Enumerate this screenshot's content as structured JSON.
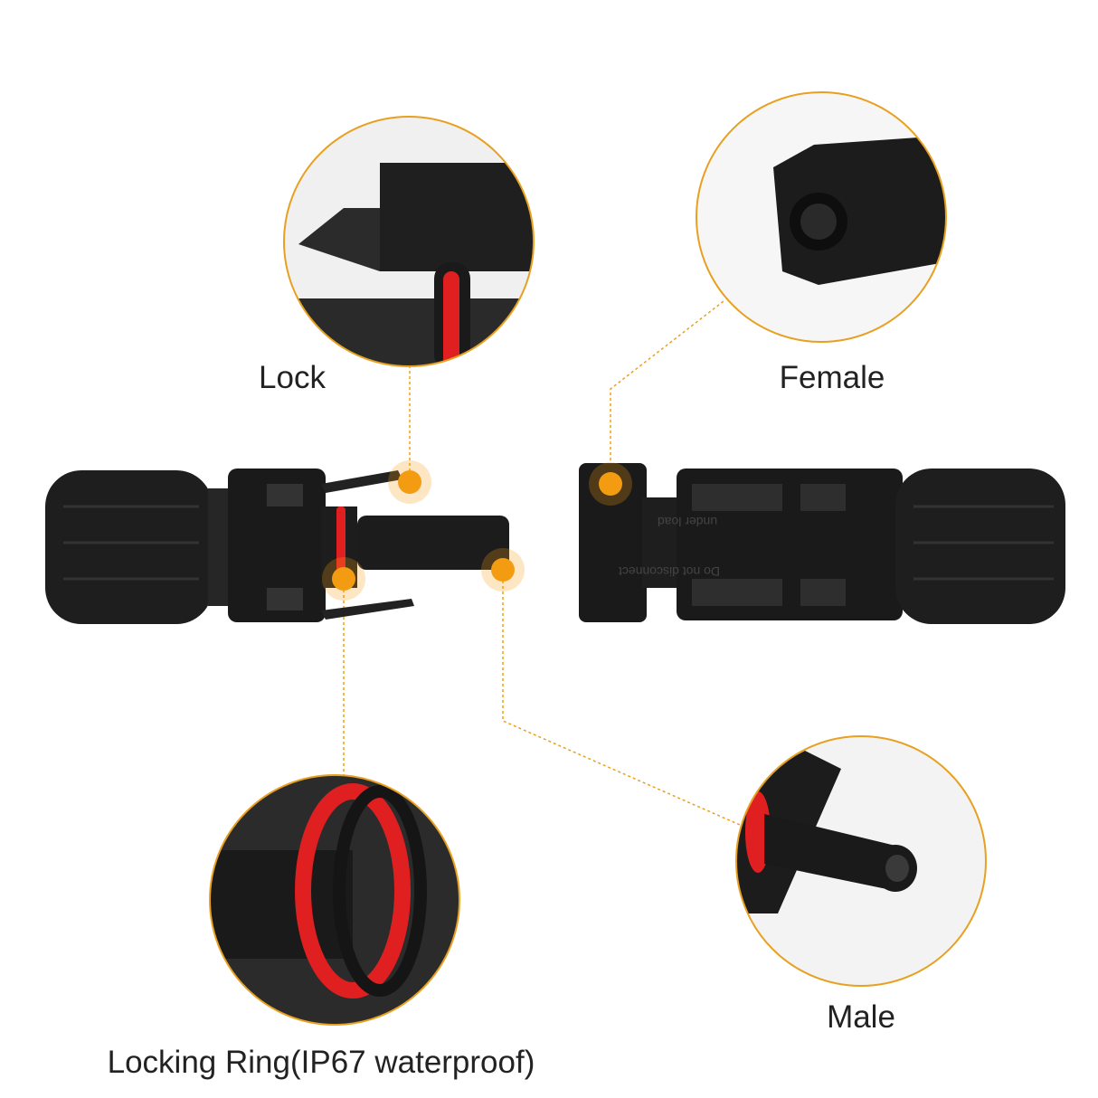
{
  "callouts": {
    "lock": {
      "label": "Lock"
    },
    "female": {
      "label": "Female"
    },
    "locking_ring": {
      "label": "Locking Ring(IP67 waterproof)"
    },
    "male": {
      "label": "Male"
    }
  },
  "connector_text": {
    "line1": "under load",
    "line2": "Do not disconnect"
  },
  "colors": {
    "accent": "#e8a020",
    "dot": "#f39c12",
    "connector": "#1c1c1c",
    "seal": "#e02020"
  }
}
